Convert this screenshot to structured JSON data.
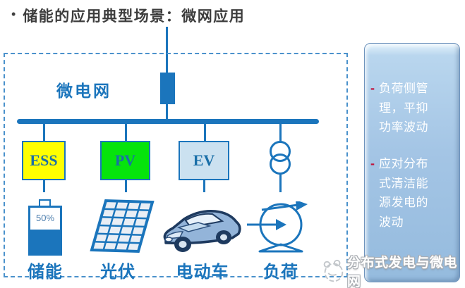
{
  "title": {
    "bullet": "•",
    "text": "储能的应用典型场景：微网应用"
  },
  "diagram": {
    "network_label": "微电网",
    "battery_percent": "50%",
    "units": [
      {
        "box": "ESS",
        "label": "储能"
      },
      {
        "box": "PV",
        "label": "光伏"
      },
      {
        "box": "EV",
        "label": "电动车"
      },
      {
        "box": "",
        "label": "负荷"
      }
    ]
  },
  "side_panel": {
    "bullets": [
      {
        "marker": "-",
        "text": "负荷侧管理，平抑功率波动"
      },
      {
        "marker": "-",
        "text": "应对分布式清洁能源发电的波动"
      }
    ]
  },
  "watermark": {
    "text": "分布式发电与微电网"
  },
  "colors": {
    "primary_blue": "#1b75bc",
    "dashed_border_blue": "#4b92cc",
    "ess_yellow": "#ffff00",
    "pv_green": "#06e40c",
    "ev_light_blue": "#cbe1f0",
    "box_label_blue": "#1a6fa8",
    "panel_fill_blue": "#a4c5e5",
    "bullet_red": "#c0143c",
    "title_gray": "#3d3d3d"
  }
}
